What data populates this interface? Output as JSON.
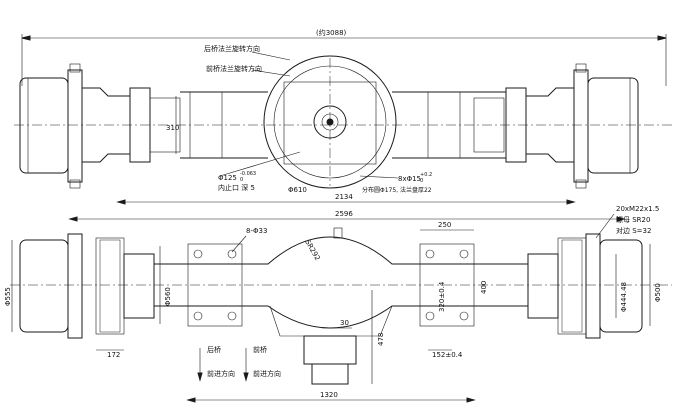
{
  "top_view": {
    "overall_length": "(约3088)",
    "flange_note_rear": "后桥法兰旋转方向",
    "flange_note_front": "前桥法兰旋转方向",
    "height_dim": "310",
    "bore_dia": "Φ125",
    "bore_tol_upper": "-0.063",
    "bore_tol_lower": "0",
    "bore_note": "内止口 深 5",
    "housing_dia": "Φ610",
    "bolt_holes": "8xΦ15",
    "bolt_tol_upper": "+0.2",
    "bolt_tol_lower": "0",
    "bolt_circle_note": "分布圆Φ175, 法兰盘厚22",
    "dim_2134": "2134",
    "dim_2596": "2596"
  },
  "front_view": {
    "holes": "8-Φ33",
    "radius": "SR292",
    "spring_seat_width": "250",
    "seat_dim_320": "320±0.4",
    "dim_400": "400",
    "thread_spec": "20xM22x1.5",
    "nut_radius": "螺母 SR20",
    "nut_wrench": "对边 S=32",
    "dia_555": "Φ555",
    "dia_560": "Φ560",
    "dia_444": "Φ444.48",
    "dia_500": "Φ500",
    "dim_30": "30",
    "dim_478": "478",
    "dim_172": "172",
    "dim_152": "152±0.4",
    "dim_1320": "1320",
    "legend_rear_axle": "后桥",
    "legend_front_axle": "前桥",
    "legend_forward_1": "前进方向",
    "legend_forward_2": "前进方向"
  }
}
